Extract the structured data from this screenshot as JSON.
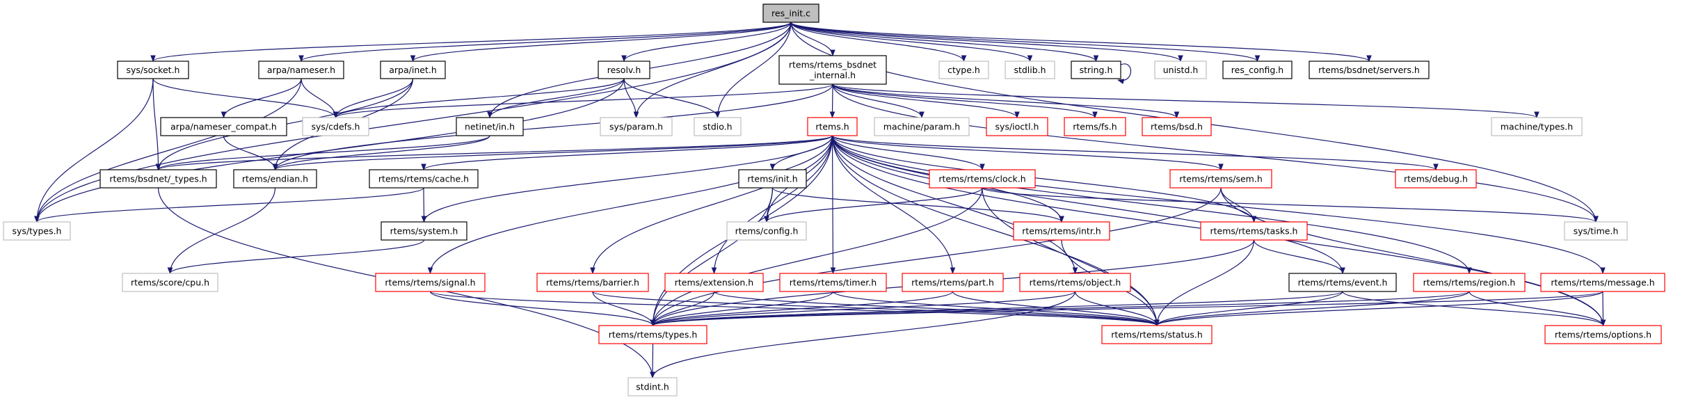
{
  "colors": {
    "edge": "#191970",
    "black": "#000000",
    "gray": "#bfbfbf",
    "red": "#ff0000",
    "root_fill": "#bfbfbf"
  },
  "nodes": [
    {
      "label": "res_init.c",
      "style": "root"
    },
    {
      "label": "sys/socket.h",
      "style": "black"
    },
    {
      "label": "arpa/nameser.h",
      "style": "black"
    },
    {
      "label": "arpa/inet.h",
      "style": "black"
    },
    {
      "label": "resolv.h",
      "style": "black"
    },
    {
      "label": "rtems/rtems_bsdnet\n_internal.h",
      "style": "black"
    },
    {
      "label": "ctype.h",
      "style": "gray"
    },
    {
      "label": "stdlib.h",
      "style": "gray"
    },
    {
      "label": "string.h",
      "style": "black"
    },
    {
      "label": "unistd.h",
      "style": "gray"
    },
    {
      "label": "res_config.h",
      "style": "black"
    },
    {
      "label": "rtems/bsdnet/servers.h",
      "style": "black"
    },
    {
      "label": "arpa/nameser_compat.h",
      "style": "black"
    },
    {
      "label": "sys/cdefs.h",
      "style": "gray"
    },
    {
      "label": "netinet/in.h",
      "style": "black"
    },
    {
      "label": "sys/param.h",
      "style": "gray"
    },
    {
      "label": "stdio.h",
      "style": "gray"
    },
    {
      "label": "rtems.h",
      "style": "red"
    },
    {
      "label": "machine/param.h",
      "style": "gray"
    },
    {
      "label": "sys/ioctl.h",
      "style": "red"
    },
    {
      "label": "rtems/fs.h",
      "style": "red"
    },
    {
      "label": "rtems/bsd.h",
      "style": "red"
    },
    {
      "label": "machine/types.h",
      "style": "gray"
    },
    {
      "label": "rtems/bsdnet/_types.h",
      "style": "black"
    },
    {
      "label": "rtems/endian.h",
      "style": "black"
    },
    {
      "label": "rtems/rtems/cache.h",
      "style": "black"
    },
    {
      "label": "rtems/init.h",
      "style": "black"
    },
    {
      "label": "rtems/rtems/clock.h",
      "style": "red"
    },
    {
      "label": "rtems/rtems/sem.h",
      "style": "red"
    },
    {
      "label": "rtems/debug.h",
      "style": "red"
    },
    {
      "label": "sys/types.h",
      "style": "gray"
    },
    {
      "label": "rtems/system.h",
      "style": "black"
    },
    {
      "label": "rtems/config.h",
      "style": "gray"
    },
    {
      "label": "rtems/rtems/intr.h",
      "style": "red"
    },
    {
      "label": "rtems/rtems/tasks.h",
      "style": "red"
    },
    {
      "label": "sys/time.h",
      "style": "gray"
    },
    {
      "label": "rtems/score/cpu.h",
      "style": "gray"
    },
    {
      "label": "rtems/rtems/signal.h",
      "style": "red"
    },
    {
      "label": "rtems/rtems/barrier.h",
      "style": "red"
    },
    {
      "label": "rtems/extension.h",
      "style": "red"
    },
    {
      "label": "rtems/rtems/timer.h",
      "style": "red"
    },
    {
      "label": "rtems/rtems/part.h",
      "style": "red"
    },
    {
      "label": "rtems/rtems/object.h",
      "style": "red"
    },
    {
      "label": "rtems/rtems/event.h",
      "style": "black"
    },
    {
      "label": "rtems/rtems/region.h",
      "style": "red"
    },
    {
      "label": "rtems/rtems/message.h",
      "style": "red"
    },
    {
      "label": "rtems/rtems/types.h",
      "style": "red"
    },
    {
      "label": "rtems/rtems/status.h",
      "style": "red"
    },
    {
      "label": "rtems/rtems/options.h",
      "style": "red"
    },
    {
      "label": "stdint.h",
      "style": "gray"
    }
  ],
  "edges": [
    [
      0,
      30
    ],
    [
      0,
      1
    ],
    [
      0,
      2
    ],
    [
      0,
      3
    ],
    [
      0,
      14
    ],
    [
      0,
      4
    ],
    [
      0,
      15
    ],
    [
      0,
      16
    ],
    [
      0,
      5
    ],
    [
      0,
      6
    ],
    [
      0,
      7
    ],
    [
      0,
      8
    ],
    [
      0,
      9
    ],
    [
      0,
      10
    ],
    [
      0,
      11
    ],
    [
      0,
      35
    ],
    [
      8,
      8
    ],
    [
      1,
      13
    ],
    [
      1,
      23
    ],
    [
      1,
      30
    ],
    [
      2,
      13
    ],
    [
      2,
      12
    ],
    [
      2,
      30
    ],
    [
      3,
      13
    ],
    [
      3,
      23
    ],
    [
      3,
      24
    ],
    [
      4,
      13
    ],
    [
      4,
      14
    ],
    [
      4,
      15
    ],
    [
      4,
      16
    ],
    [
      4,
      30
    ],
    [
      5,
      13
    ],
    [
      5,
      17
    ],
    [
      5,
      24
    ],
    [
      5,
      18
    ],
    [
      5,
      19
    ],
    [
      5,
      20
    ],
    [
      5,
      21
    ],
    [
      5,
      22
    ],
    [
      5,
      35
    ],
    [
      12,
      24
    ],
    [
      14,
      23
    ],
    [
      14,
      24
    ],
    [
      23,
      49
    ],
    [
      24,
      36
    ],
    [
      25,
      31
    ],
    [
      25,
      30
    ],
    [
      17,
      23
    ],
    [
      17,
      24
    ],
    [
      17,
      25
    ],
    [
      17,
      31
    ],
    [
      17,
      26
    ],
    [
      17,
      32
    ],
    [
      17,
      27
    ],
    [
      17,
      28
    ],
    [
      17,
      29
    ],
    [
      17,
      33
    ],
    [
      17,
      34
    ],
    [
      17,
      43
    ],
    [
      17,
      44
    ],
    [
      17,
      45
    ],
    [
      17,
      48
    ],
    [
      17,
      47
    ],
    [
      17,
      46
    ],
    [
      17,
      37
    ],
    [
      17,
      38
    ],
    [
      17,
      39
    ],
    [
      17,
      40
    ],
    [
      17,
      41
    ],
    [
      17,
      42
    ],
    [
      31,
      36
    ],
    [
      26,
      32
    ],
    [
      26,
      33
    ],
    [
      26,
      46
    ],
    [
      27,
      32
    ],
    [
      27,
      35
    ],
    [
      27,
      46
    ],
    [
      27,
      47
    ],
    [
      28,
      34
    ],
    [
      28,
      46
    ],
    [
      28,
      48
    ],
    [
      34,
      43
    ],
    [
      34,
      47
    ],
    [
      34,
      46
    ],
    [
      33,
      47
    ],
    [
      37,
      46
    ],
    [
      37,
      47
    ],
    [
      38,
      46
    ],
    [
      38,
      47
    ],
    [
      39,
      46
    ],
    [
      39,
      47
    ],
    [
      40,
      46
    ],
    [
      40,
      47
    ],
    [
      41,
      46
    ],
    [
      41,
      47
    ],
    [
      42,
      46
    ],
    [
      42,
      47
    ],
    [
      42,
      49
    ],
    [
      43,
      46
    ],
    [
      43,
      47
    ],
    [
      43,
      48
    ],
    [
      44,
      46
    ],
    [
      44,
      47
    ],
    [
      44,
      48
    ],
    [
      45,
      46
    ],
    [
      45,
      47
    ],
    [
      45,
      48
    ],
    [
      46,
      49
    ]
  ]
}
